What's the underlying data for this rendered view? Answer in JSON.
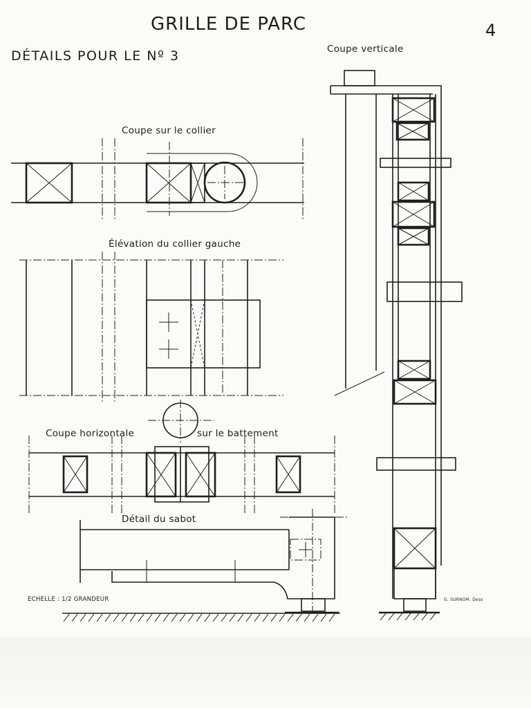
{
  "header": {
    "title": "GRILLE DE PARC",
    "subtitle": "DÉTAILS POUR LE Nº 3",
    "page_number": "4"
  },
  "views": {
    "vertical_section": "Coupe verticale",
    "collar_section": "Coupe sur le collier",
    "left_collar_elevation": "Élévation du collier gauche",
    "horizontal_section_left": "Coupe horizontale",
    "horizontal_section_right": "sur le battement",
    "shoe_detail": "Détail du sabot"
  },
  "footer": {
    "scale": "ECHELLE : 1/2 GRANDEUR",
    "author": "G. SURNOM. Dess"
  }
}
